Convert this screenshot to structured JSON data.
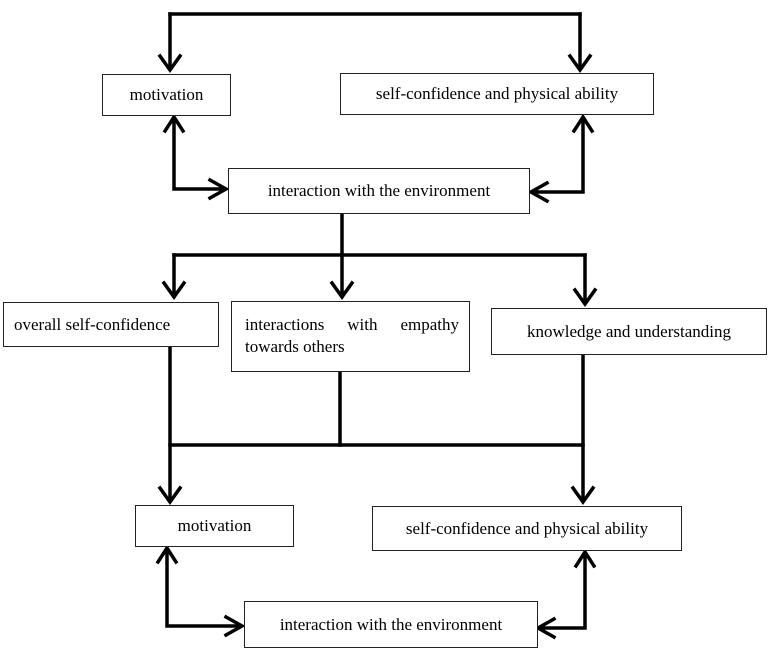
{
  "boxes": {
    "top_motivation": "motivation",
    "top_self_confidence": "self-confidence and physical ability",
    "top_interaction": "interaction with the environment",
    "overall_self_confidence": "overall self-confidence",
    "interactions_empathy": "interactions with  empathy towards others",
    "knowledge_understanding": "knowledge and understanding",
    "bottom_motivation": "motivation",
    "bottom_self_confidence": "self-confidence and physical ability",
    "bottom_interaction": "interaction with the environment"
  },
  "colors": {
    "stroke": "#000000",
    "box_border": "#222222",
    "background": "#ffffff"
  }
}
